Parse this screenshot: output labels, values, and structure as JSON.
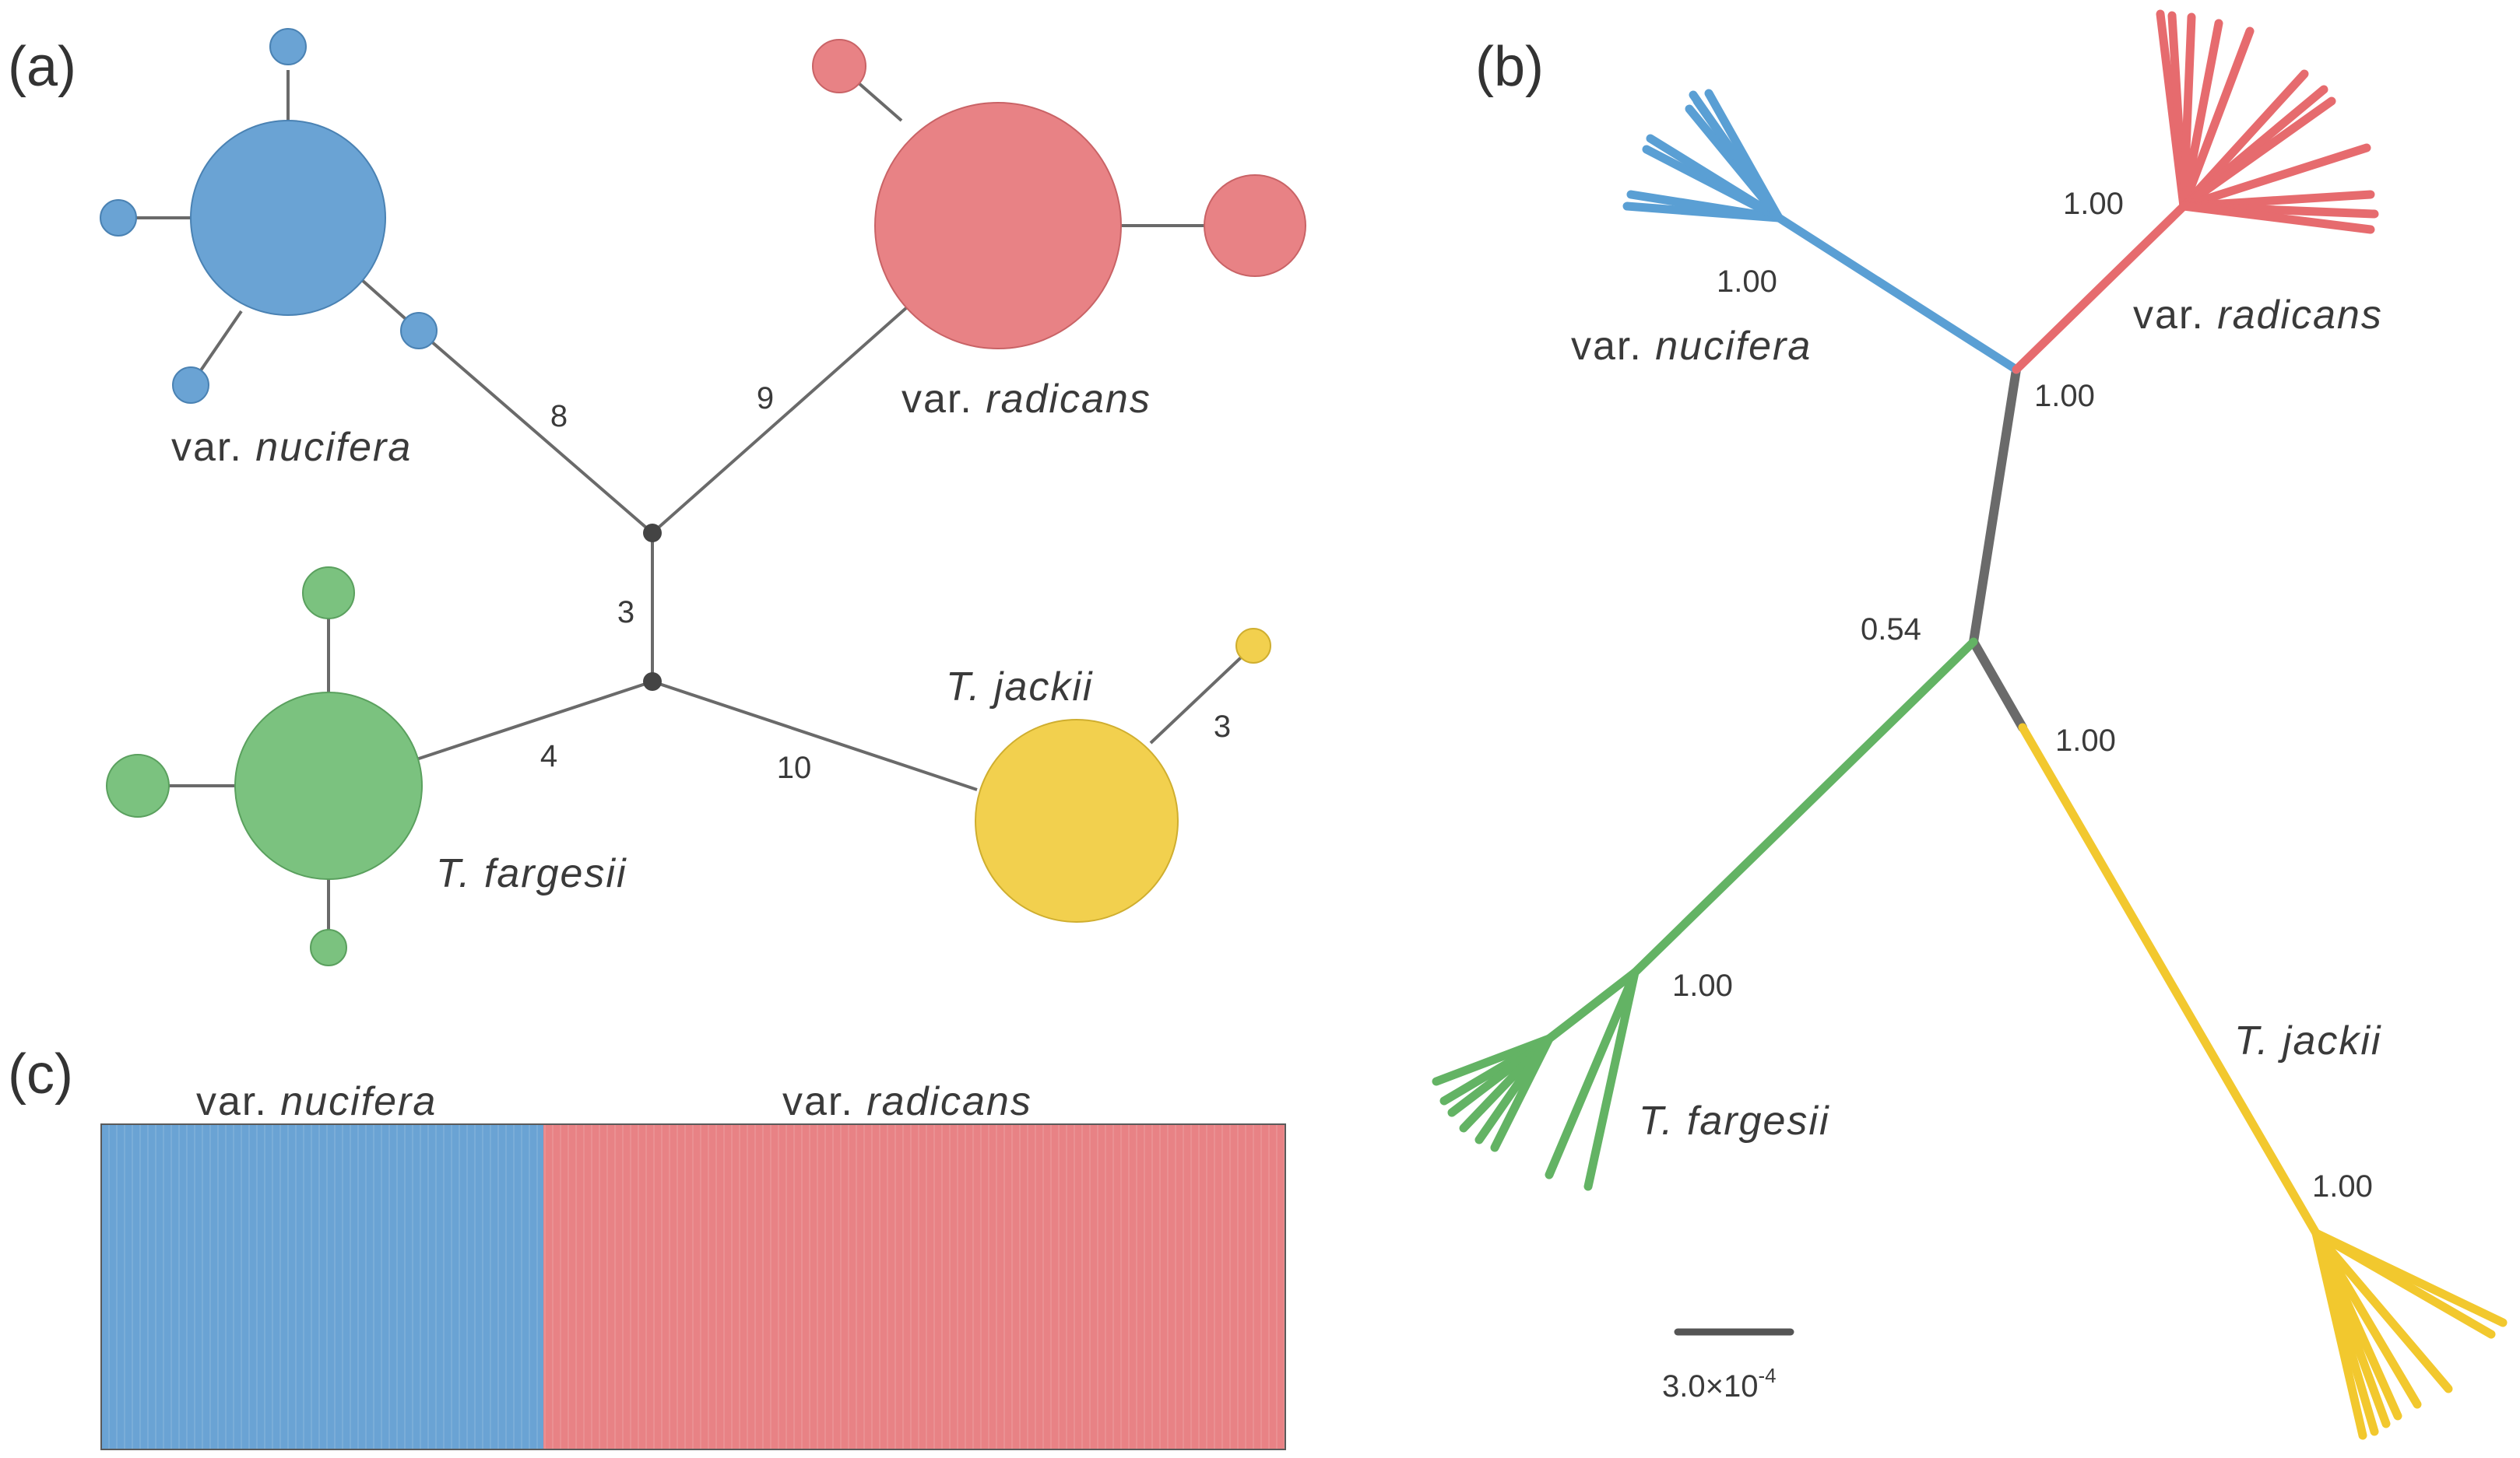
{
  "panels": {
    "a": "(a)",
    "b": "(b)",
    "c": "(c)"
  },
  "colors": {
    "nucifera": "#6aa3d4",
    "radicans": "#e88285",
    "fargesii": "#7bc27f",
    "jackii": "#f2d04e",
    "node": "#444444",
    "edge": "#6a6a6a"
  },
  "network": {
    "groups": {
      "nucifera": {
        "prefix": "var. ",
        "name": "nucifera"
      },
      "radicans": {
        "prefix": "var. ",
        "name": "radicans"
      },
      "fargesii": {
        "prefix": "",
        "name": "T. fargesii"
      },
      "jackii": {
        "prefix": "",
        "name": "T. jackii"
      }
    },
    "mutation_steps": {
      "nucifera_to_node": "8",
      "radicans_to_node": "9",
      "node_to_node": "3",
      "fargesii_to_node": "4",
      "jackii_to_node": "10",
      "jackii_to_minor": "3"
    }
  },
  "tree": {
    "groups": {
      "nucifera": {
        "prefix": "var. ",
        "name": "nucifera"
      },
      "radicans": {
        "prefix": "var. ",
        "name": "radicans"
      },
      "fargesii": {
        "prefix": "",
        "name": "T. fargesii"
      },
      "jackii": {
        "prefix": "",
        "name": "T. jackii"
      }
    },
    "support": {
      "nucifera": "1.00",
      "radicans": "1.00",
      "upper_node": "1.00",
      "basal_node": "0.54",
      "jackii_stem": "1.00",
      "fargesii": "1.00",
      "jackii_crown": "1.00"
    },
    "scale_bar": "3.0×10",
    "scale_exponent": "-4"
  },
  "structure": {
    "clusters": [
      {
        "prefix": "var. ",
        "name": "nucifera",
        "color": "#6aa3d4"
      },
      {
        "prefix": "var. ",
        "name": "radicans",
        "color": "#e88285"
      }
    ]
  }
}
